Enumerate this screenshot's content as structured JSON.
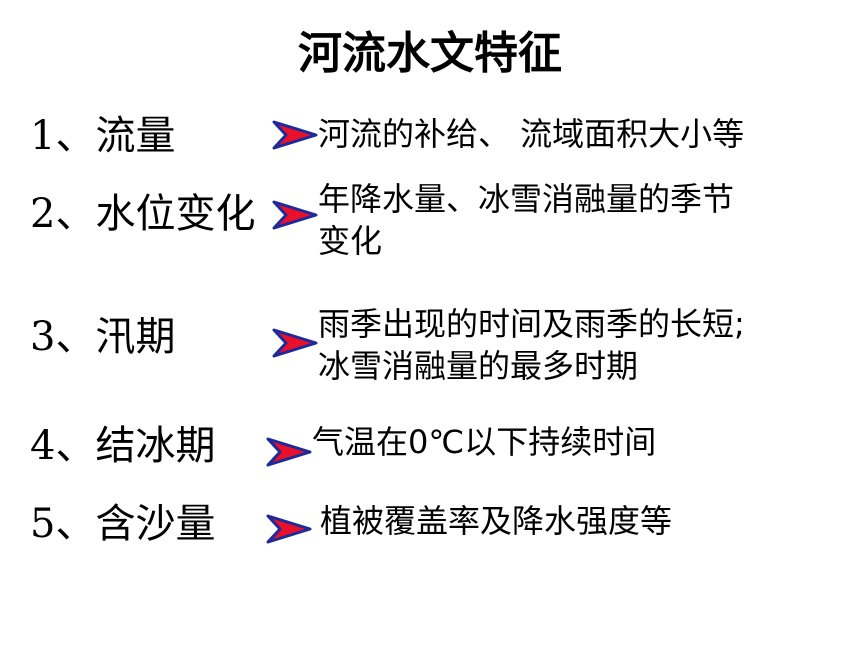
{
  "title": "河流水文特征",
  "colors": {
    "arrow_fill": "#e8102a",
    "arrow_edge": "#1e2a9a"
  },
  "items": [
    {
      "label": "1、流量",
      "desc": [
        "河流的补给、 流域面积大小等"
      ]
    },
    {
      "label": "2、水位变化",
      "desc": [
        "年降水量、冰雪消融量的季节",
        "变化"
      ]
    },
    {
      "label": "3、汛期",
      "desc": [
        "雨季出现的时间及雨季的长短;",
        "冰雪消融量的最多时期"
      ]
    },
    {
      "label": "4、结冰期",
      "desc": [
        "气温在0℃以下持续时间"
      ]
    },
    {
      "label": "5、含沙量",
      "desc": [
        "植被覆盖率及降水强度等"
      ]
    }
  ]
}
